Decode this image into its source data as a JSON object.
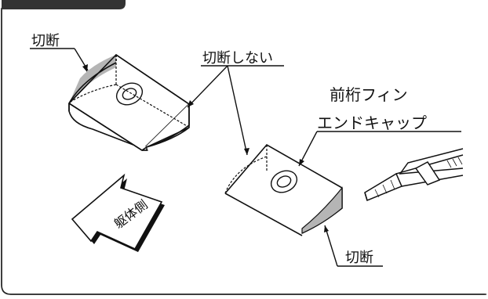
{
  "labels": {
    "cut_top": "切断",
    "no_cut": "切断しない",
    "part_name_line1": "前桁フィン",
    "part_name_line2": "エンドキャップ",
    "cut_bottom": "切断",
    "arrow_text": "躯体側"
  },
  "colors": {
    "line": "#111111",
    "shade": "#b5b5b5",
    "header_tab": "#333333"
  }
}
